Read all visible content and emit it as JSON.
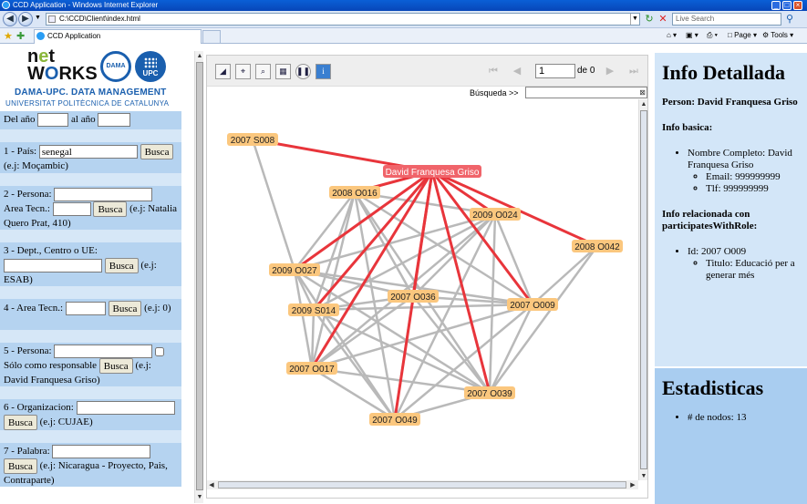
{
  "window": {
    "title": "CCD Application - Windows Internet Explorer"
  },
  "browser": {
    "address": "C:\\CCD\\Client\\index.html",
    "search_placeholder": "Live Search",
    "tab_label": "CCD Application",
    "page_menu": "Page",
    "tools_menu": "Tools"
  },
  "logo": {
    "networks": "net\nWORKS",
    "dama": "DAMA",
    "upc": "UPC",
    "line1": "DAMA-UPC. DATA MANAGEMENT",
    "line2": "UNIVERSITAT POLITÈCNICA DE CATALUNYA"
  },
  "form": {
    "del_ano": "Del año",
    "al_ano": "al año",
    "s1_label": "1 - País:",
    "s1_value": "senegal",
    "s1_example": "(e.j: Moçambic)",
    "s2_label": "2 - Persona:",
    "s2_area": "Area Tecn.:",
    "s2_example": "(e.j: Natalia Quero Prat, 410)",
    "s3_label": "3 - Dept., Centro o UE:",
    "s3_example": "(e.j: ESAB)",
    "s4_label": "4 - Area Tecn.:",
    "s4_example": "(e.j: 0)",
    "s5_label": "5 - Persona:",
    "s5_only": "Sólo como responsable",
    "s5_example": "(e.j: David Franquesa Griso)",
    "s6_label": "6 - Organizacion:",
    "s6_example": "(e.j: CUJAE)",
    "s7_label": "7 - Palabra:",
    "s7_example": "(e.j: Nicaragua - Proyecto, Pais, Contraparte)",
    "busca": "Busca"
  },
  "graph": {
    "page_value": "1",
    "page_of": "de 0",
    "search_label": "Búsqueda >>",
    "colors": {
      "node": "#fbc77e",
      "selected": "#f0646a",
      "edge": "#b9b9b9",
      "selected_edge": "#e8353b"
    },
    "nodes": [
      {
        "id": "n0",
        "label": "David Franquesa Griso",
        "selected": true
      },
      {
        "id": "n1",
        "label": "2007 S008"
      },
      {
        "id": "n2",
        "label": "2008 O016"
      },
      {
        "id": "n3",
        "label": "2009 O024"
      },
      {
        "id": "n4",
        "label": "2008 O042"
      },
      {
        "id": "n5",
        "label": "2009 O027"
      },
      {
        "id": "n6",
        "label": "2007 O036"
      },
      {
        "id": "n7",
        "label": "2007 O009"
      },
      {
        "id": "n8",
        "label": "2009 S014"
      },
      {
        "id": "n9",
        "label": "2007 O017"
      },
      {
        "id": "n10",
        "label": "2007 O039"
      },
      {
        "id": "n11",
        "label": "2007 O049"
      }
    ]
  },
  "info": {
    "title": "Info Detallada",
    "person": "Person: David Franquesa Griso",
    "basic_heading": "Info basica:",
    "full_name": "Nombre Completo: David Franquesa Griso",
    "email": "Email: 999999999",
    "phone": "Tlf: 999999999",
    "related_heading": "Info relacionada con participatesWithRole:",
    "id": "Id: 2007 O009",
    "titulo": "Titulo: Educació per a generar més"
  },
  "stats": {
    "title": "Estadisticas",
    "nodes": "# de nodos: 13"
  }
}
